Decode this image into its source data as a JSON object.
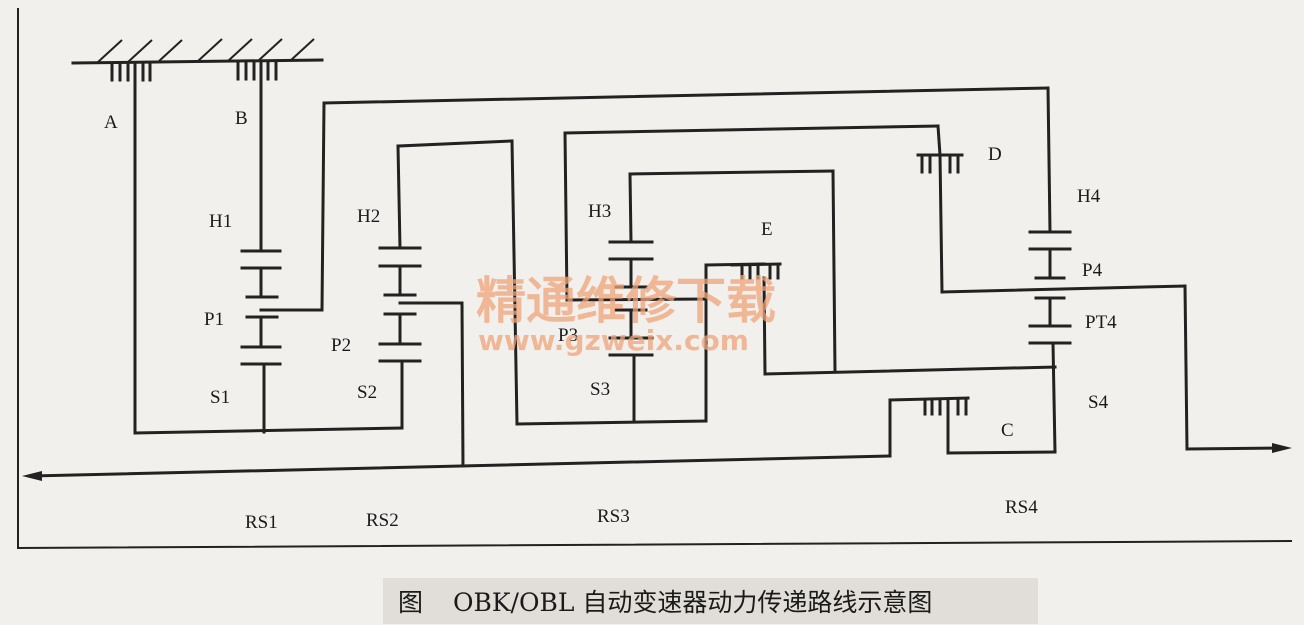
{
  "labels": {
    "A": "A",
    "B": "B",
    "C": "C",
    "D": "D",
    "E": "E",
    "H1": "H1",
    "H2": "H2",
    "H3": "H3",
    "H4": "H4",
    "P1": "P1",
    "P2": "P2",
    "P3": "P3",
    "P4": "P4",
    "PT4": "PT4",
    "S1": "S1",
    "S2": "S2",
    "S3": "S3",
    "S4": "S4",
    "RS1": "RS1",
    "RS2": "RS2",
    "RS3": "RS3",
    "RS4": "RS4"
  },
  "watermark": {
    "cn": "精通维修下载",
    "url": "www.gzweix.com"
  },
  "caption": {
    "prefix": "图",
    "text": "OBK/OBL 自动变速器动力传递路线示意图"
  },
  "colors": {
    "line": "#222222",
    "watermark": "#f0a57a",
    "caption_bg": "#e1ddd8"
  }
}
